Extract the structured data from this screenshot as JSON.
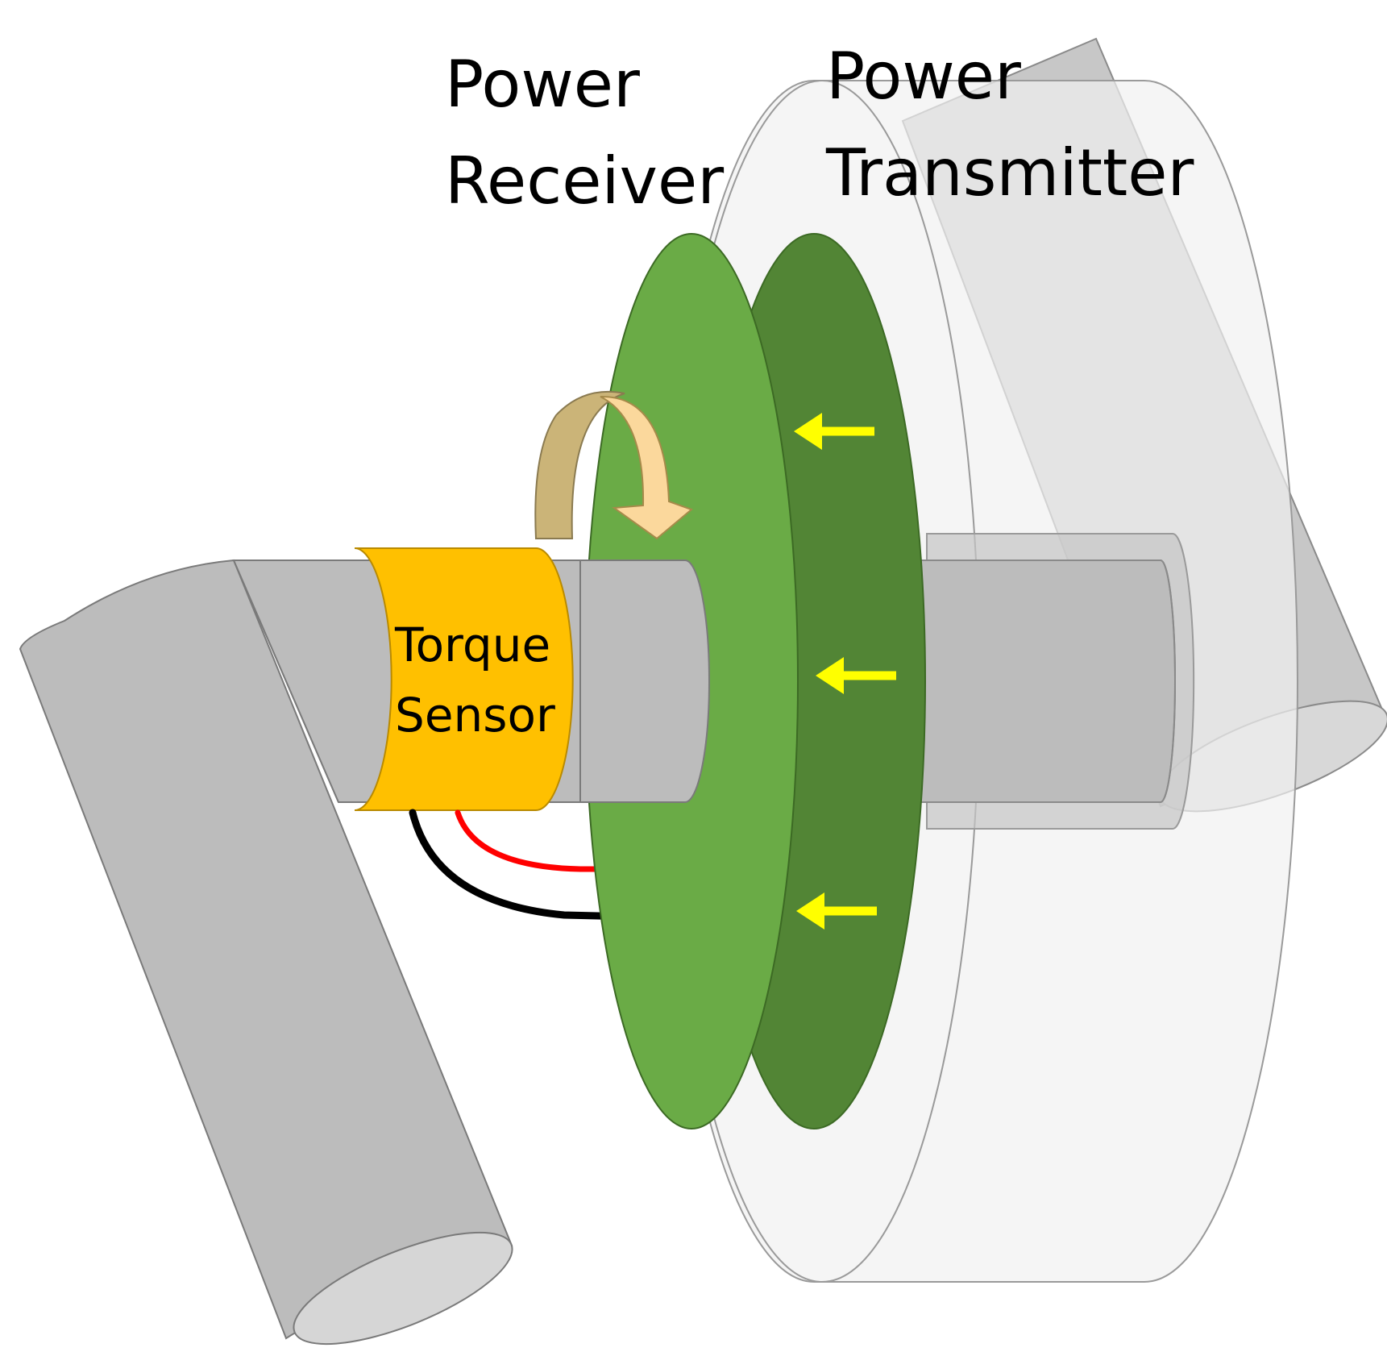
{
  "labels": {
    "power_receiver": [
      "Power",
      "Receiver"
    ],
    "power_transmitter": [
      "Power",
      "Transmitter"
    ],
    "torque_sensor": [
      "Torque",
      "Sensor"
    ]
  },
  "colors": {
    "shaft": "#bcbcbc",
    "shaft_stroke": "#7a7a7a",
    "transmitter_housing": "#f1f1f1",
    "transmitter_stroke": "#9a9a9a",
    "receiver_disc": "#6aab46",
    "transmitter_disc": "#528535",
    "disc_stroke": "#3c6a24",
    "torque_sensor": "#ffc000",
    "torque_sensor_stroke": "#b98a00",
    "power_arrow": "#ffff00",
    "rotation_arrow_back": "#cbb478",
    "rotation_arrow_front": "#fbd89c",
    "wire_positive": "#ff0000",
    "wire_negative": "#000000"
  },
  "icons": {
    "rotation": "curved-rotation-arrow-icon",
    "power_flow": "left-arrow-icon"
  }
}
